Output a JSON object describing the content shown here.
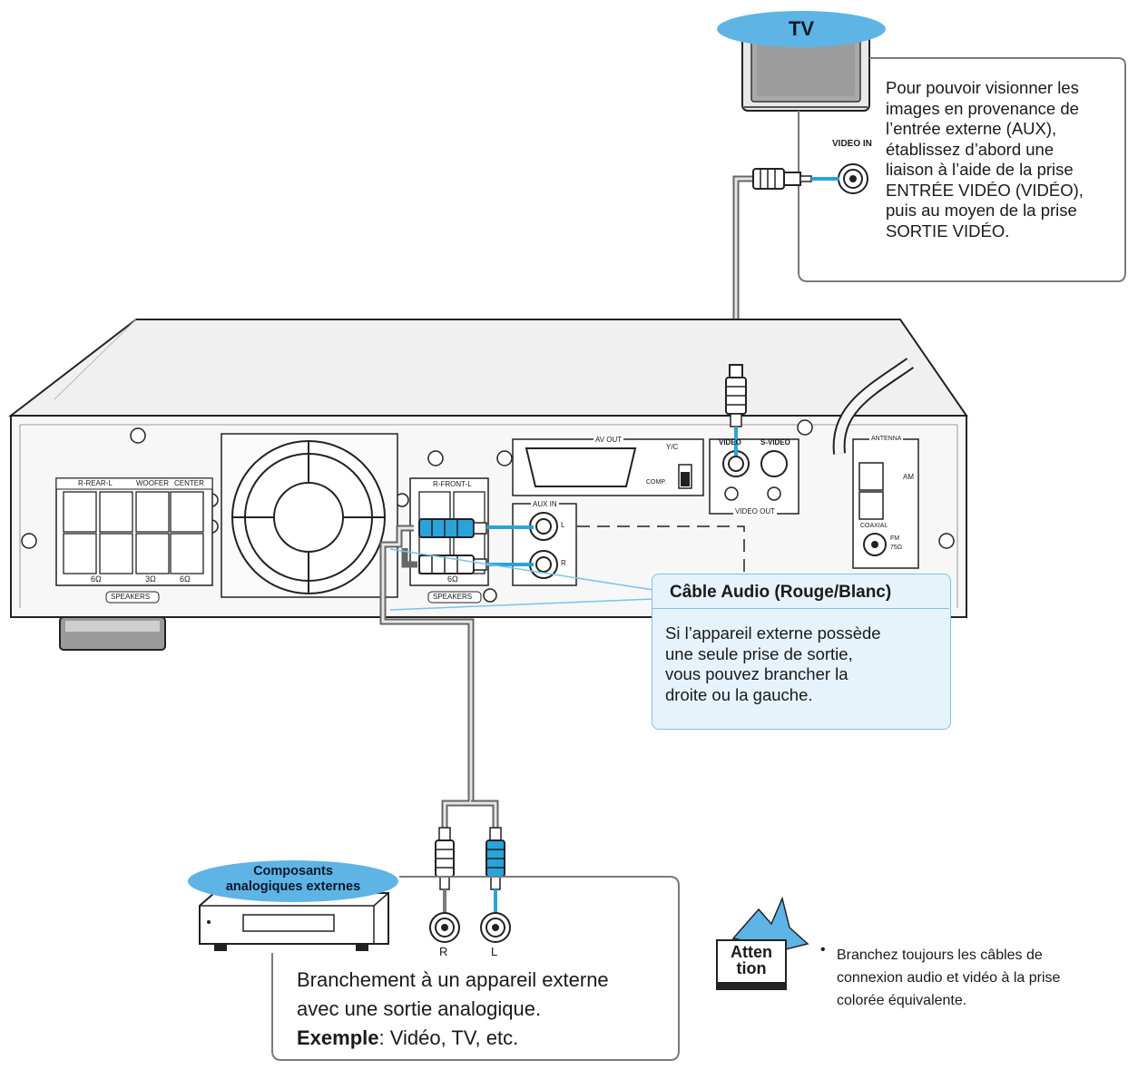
{
  "tv": {
    "label": "TV",
    "video_in_label": "VIDEO IN",
    "note_lines": [
      "Pour pouvoir visionner les",
      "images en provenance de",
      "l’entrée externe (AUX),",
      "établissez d’abord une",
      "liaison à l’aide de la prise",
      "ENTRÉE VIDÉO (VIDÉO),",
      "puis au moyen de la prise",
      "SORTIE VIDÉO."
    ]
  },
  "receiver": {
    "speakers_left_labels": [
      "R-REAR-L",
      "WOOFER",
      "CENTER"
    ],
    "speakers_left_ohms": [
      "6Ω",
      "3Ω",
      "6Ω"
    ],
    "speakers_label": "SPEAKERS",
    "front_label": "R-FRONT-L",
    "front_ohm": "6Ω",
    "av_out": "AV OUT",
    "aux_in": "AUX IN",
    "aux_l": "L",
    "aux_r": "R",
    "yc": "Y/C",
    "comp": "COMP.",
    "video": "VIDEO",
    "s_video": "S-VIDEO",
    "video_out": "VIDEO OUT",
    "antenna": "ANTENNA",
    "am": "AM",
    "coaxial": "COAXIAL",
    "fm": "FM",
    "fm_ohm": "75Ω"
  },
  "audio_cable": {
    "title": "Câble Audio (Rouge/Blanc)",
    "lines": [
      "Si l’appareil externe possède",
      "une seule prise de sortie,",
      "vous pouvez brancher la",
      "droite ou la gauche."
    ]
  },
  "external": {
    "badge_line1": "Composants",
    "badge_line2": "analogiques externes",
    "jack_r": "R",
    "jack_l": "L",
    "line1": "Branchement à un appareil externe",
    "line2": "avec une sortie analogique.",
    "example_bold": "Exemple",
    "example_rest": ": Vidéo, TV, etc."
  },
  "attention": {
    "badge_line1": "Atten",
    "badge_line2": "tion",
    "bullet": "•",
    "lines": [
      "Branchez toujours les câbles de",
      "connexion audio et vidéo à la prise",
      "colorée équivalente."
    ]
  },
  "colors": {
    "cable_blue": "#2aa3da",
    "badge_blue": "#5fb4e6",
    "callout_bg": "#e6f3fb",
    "line_gray": "#7a7a7a"
  }
}
